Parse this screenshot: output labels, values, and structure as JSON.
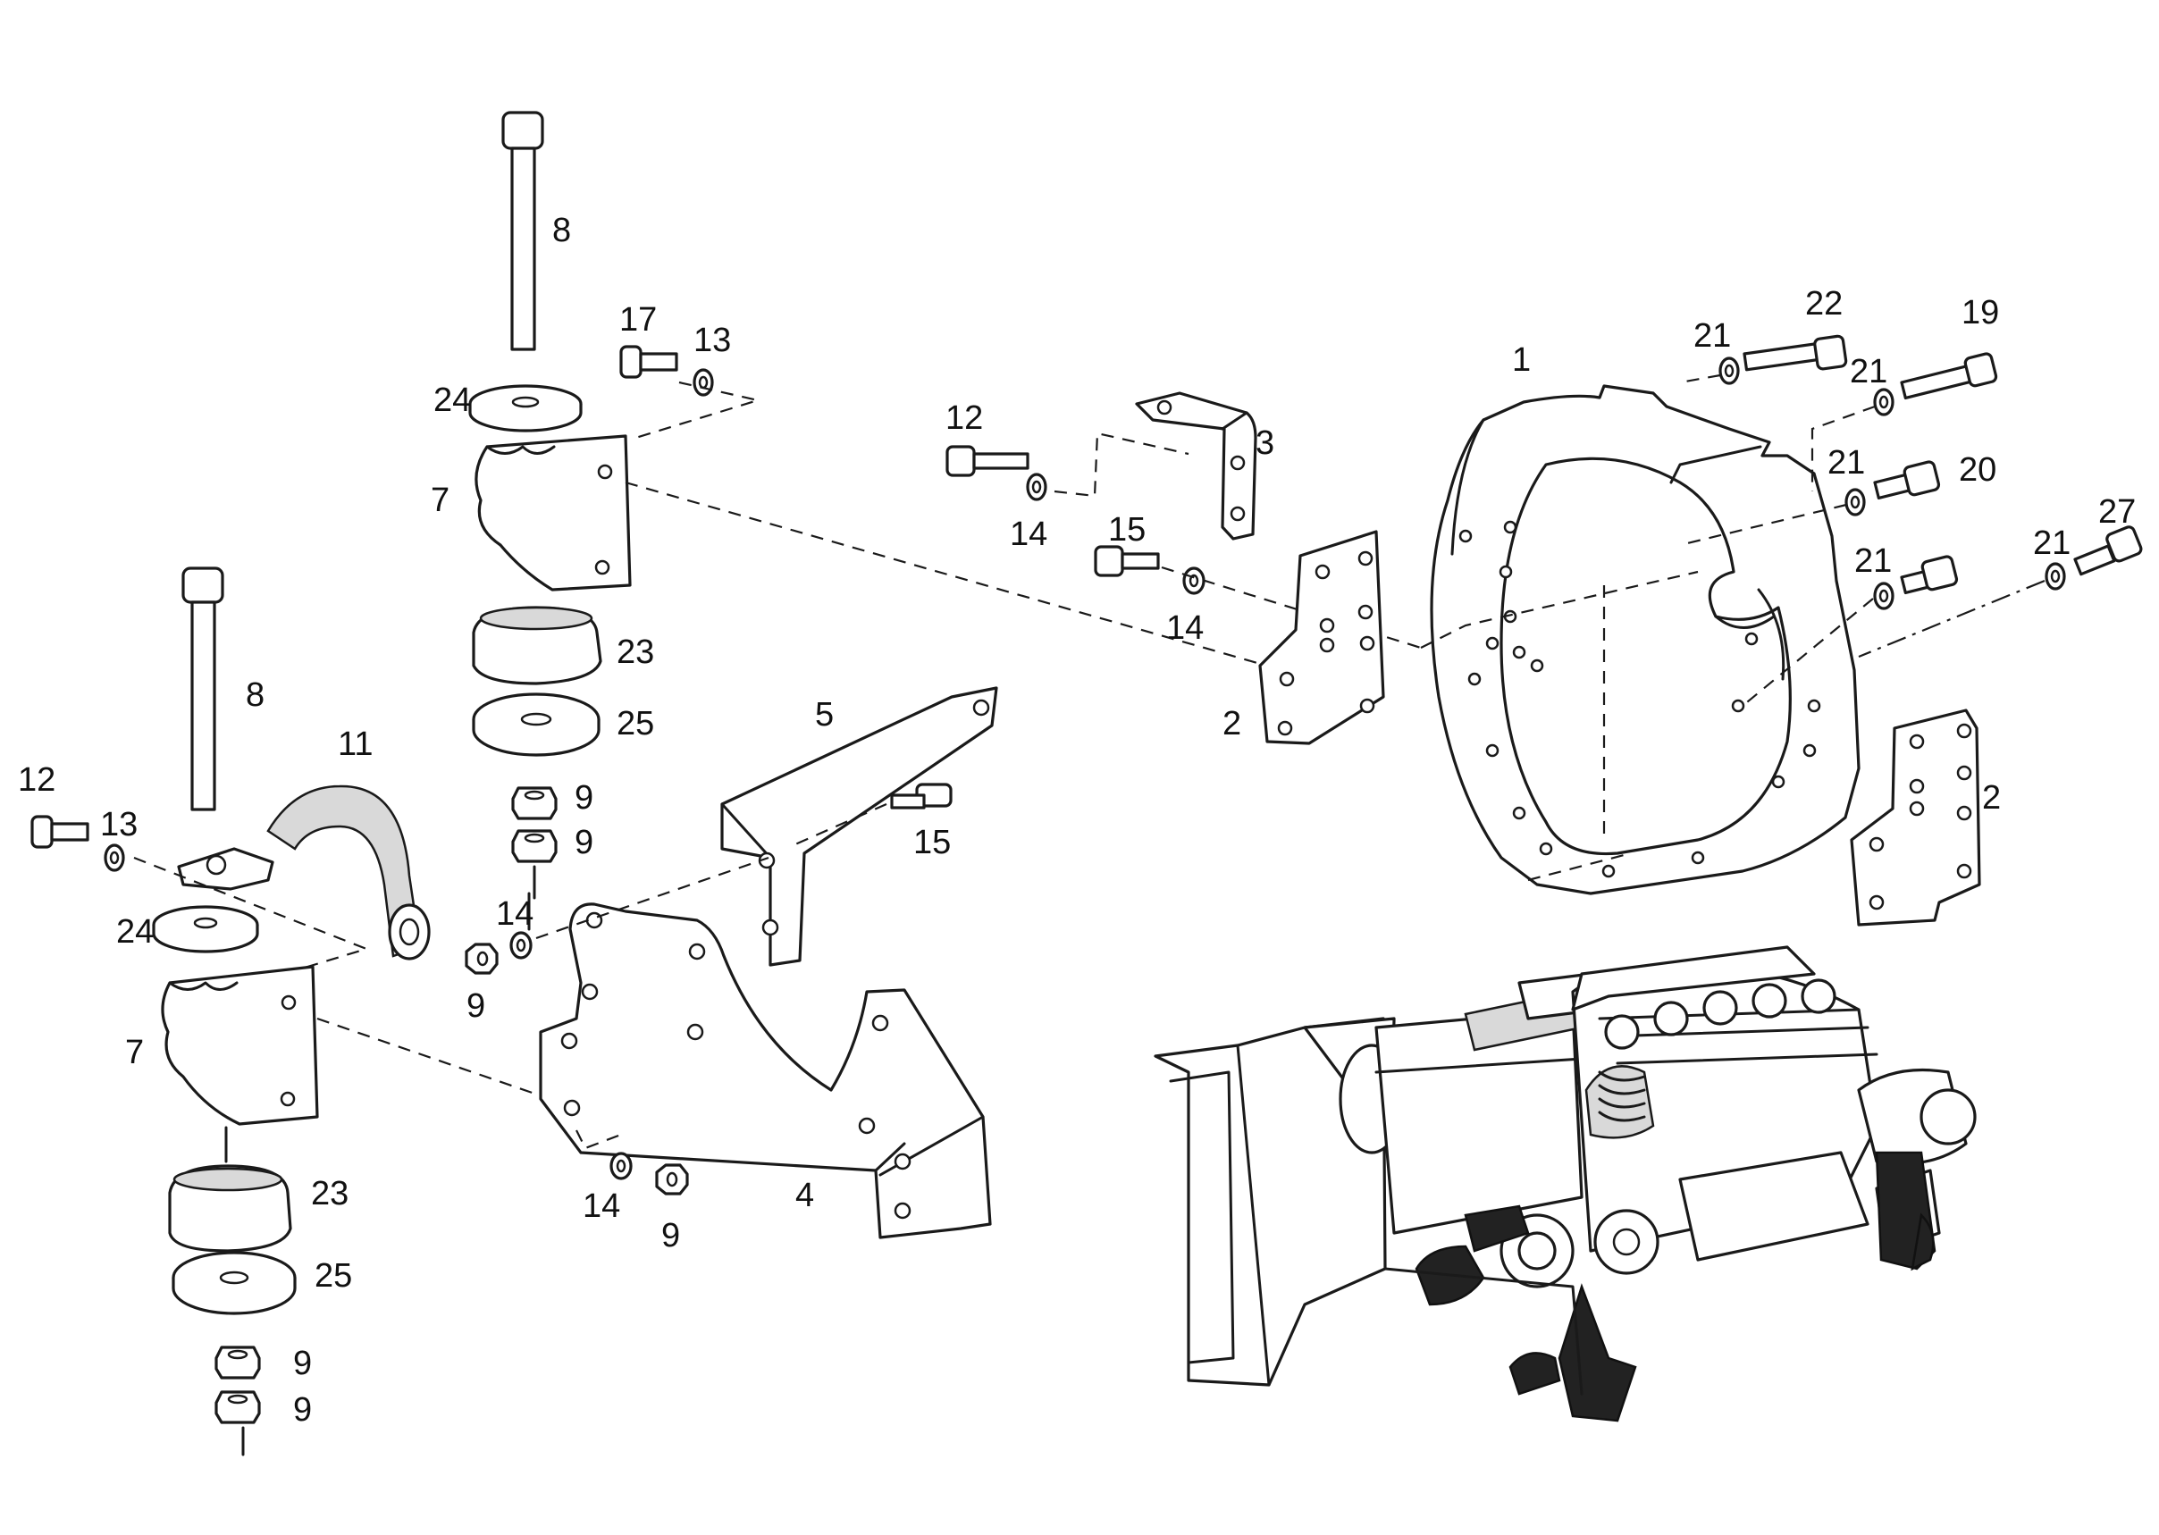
{
  "callouts": [
    {
      "id": "c8a",
      "text": "8"
    },
    {
      "id": "c17",
      "text": "17"
    },
    {
      "id": "c13a",
      "text": "13"
    },
    {
      "id": "c24a",
      "text": "24"
    },
    {
      "id": "c7a",
      "text": "7"
    },
    {
      "id": "c23a",
      "text": "23"
    },
    {
      "id": "c25a",
      "text": "25"
    },
    {
      "id": "c9a",
      "text": "9"
    },
    {
      "id": "c9b",
      "text": "9"
    },
    {
      "id": "c8b",
      "text": "8"
    },
    {
      "id": "c11",
      "text": "11"
    },
    {
      "id": "c12a",
      "text": "12"
    },
    {
      "id": "c13b",
      "text": "13"
    },
    {
      "id": "c24b",
      "text": "24"
    },
    {
      "id": "c7b",
      "text": "7"
    },
    {
      "id": "c14a",
      "text": "14"
    },
    {
      "id": "c9c",
      "text": "9"
    },
    {
      "id": "c23b",
      "text": "23"
    },
    {
      "id": "c25b",
      "text": "25"
    },
    {
      "id": "c9d",
      "text": "9"
    },
    {
      "id": "c9e",
      "text": "9"
    },
    {
      "id": "c12b",
      "text": "12"
    },
    {
      "id": "c14b",
      "text": "14"
    },
    {
      "id": "c3",
      "text": "3"
    },
    {
      "id": "c15a",
      "text": "15"
    },
    {
      "id": "c14c",
      "text": "14"
    },
    {
      "id": "c5",
      "text": "5"
    },
    {
      "id": "c15b",
      "text": "15"
    },
    {
      "id": "c4",
      "text": "4"
    },
    {
      "id": "c14d",
      "text": "14"
    },
    {
      "id": "c9f",
      "text": "9"
    },
    {
      "id": "c2a",
      "text": "2"
    },
    {
      "id": "c1",
      "text": "1"
    },
    {
      "id": "c21a",
      "text": "21"
    },
    {
      "id": "c22",
      "text": "22"
    },
    {
      "id": "c19",
      "text": "19"
    },
    {
      "id": "c21b",
      "text": "21"
    },
    {
      "id": "c21c",
      "text": "21"
    },
    {
      "id": "c20",
      "text": "20"
    },
    {
      "id": "c21d",
      "text": "21"
    },
    {
      "id": "c21e",
      "text": "21"
    },
    {
      "id": "c27",
      "text": "27"
    },
    {
      "id": "c2b",
      "text": "2"
    }
  ]
}
